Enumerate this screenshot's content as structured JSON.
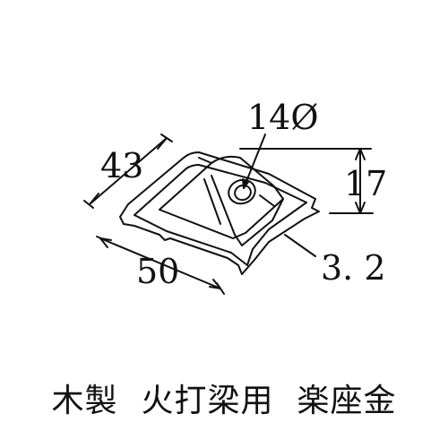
{
  "diagram": {
    "diameter_label": "14Ø",
    "depth_label": "43",
    "height_label": "17",
    "width_label": "50",
    "thickness_label": "3. 2"
  },
  "caption": {
    "part1": "木製",
    "part2": "火打梁用",
    "part3": "楽座金"
  },
  "colors": {
    "ink": "#111111",
    "background": "#ffffff"
  }
}
